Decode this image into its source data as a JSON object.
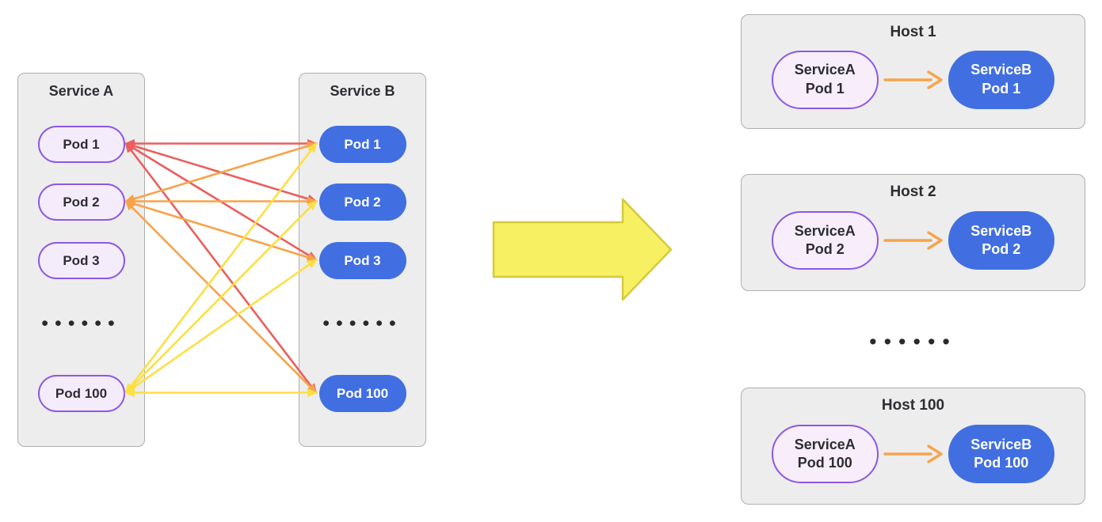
{
  "diagram": {
    "service_a": {
      "title": "Service A",
      "pods": [
        "Pod 1",
        "Pod 2",
        "Pod 3",
        "Pod 100"
      ]
    },
    "service_b": {
      "title": "Service B",
      "pods": [
        "Pod 1",
        "Pod 2",
        "Pod 3",
        "Pod 100"
      ]
    },
    "ellipsis": "••••••",
    "mesh_edges": [
      {
        "from": "Pod 1",
        "to": "Pod 1",
        "color": "red"
      },
      {
        "from": "Pod 1",
        "to": "Pod 2",
        "color": "red"
      },
      {
        "from": "Pod 1",
        "to": "Pod 3",
        "color": "red"
      },
      {
        "from": "Pod 1",
        "to": "Pod 100",
        "color": "red"
      },
      {
        "from": "Pod 2",
        "to": "Pod 1",
        "color": "orange"
      },
      {
        "from": "Pod 2",
        "to": "Pod 2",
        "color": "orange"
      },
      {
        "from": "Pod 2",
        "to": "Pod 3",
        "color": "orange"
      },
      {
        "from": "Pod 2",
        "to": "Pod 100",
        "color": "orange"
      },
      {
        "from": "Pod 100",
        "to": "Pod 1",
        "color": "yellow"
      },
      {
        "from": "Pod 100",
        "to": "Pod 2",
        "color": "yellow"
      },
      {
        "from": "Pod 100",
        "to": "Pod 3",
        "color": "yellow"
      },
      {
        "from": "Pod 100",
        "to": "Pod 100",
        "color": "yellow"
      }
    ],
    "hosts": [
      {
        "title": "Host 1",
        "pod_a": {
          "line1": "ServiceA",
          "line2": "Pod 1"
        },
        "pod_b": {
          "line1": "ServiceB",
          "line2": "Pod 1"
        }
      },
      {
        "title": "Host 2",
        "pod_a": {
          "line1": "ServiceA",
          "line2": "Pod 2"
        },
        "pod_b": {
          "line1": "ServiceB",
          "line2": "Pod 2"
        }
      },
      {
        "title": "Host 100",
        "pod_a": {
          "line1": "ServiceA",
          "line2": "Pod 100"
        },
        "pod_b": {
          "line1": "ServiceB",
          "line2": "Pod 100"
        }
      }
    ],
    "colors": {
      "edge_red": "#ea5f5f",
      "edge_orange": "#f7a348",
      "edge_yellow": "#fcdf45",
      "pod_a_fill": "#f5ecfb",
      "pod_a_border": "#8c58e5",
      "pod_b_fill": "#416fe1",
      "panel_fill": "#ededed",
      "panel_border": "#aeaeae",
      "big_arrow_fill": "#f7f062",
      "big_arrow_border": "#d6c93c",
      "host_arrow": "#f6a44c",
      "text_dark": "#2d2d33"
    }
  }
}
